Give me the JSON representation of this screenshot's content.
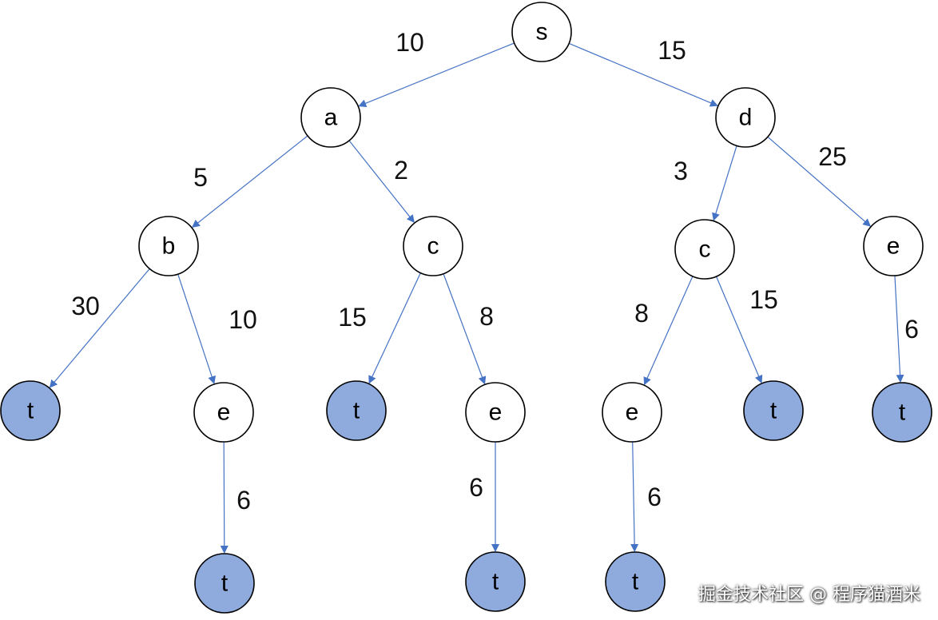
{
  "colors": {
    "edge": "#4472c4",
    "node_stroke": "#000000",
    "node_fill": "#ffffff",
    "target_fill": "#8faadc"
  },
  "watermark": "掘金技术社区 @ 程序猫酒米",
  "nodes": [
    {
      "id": "s",
      "label": "s"
    },
    {
      "id": "a",
      "label": "a"
    },
    {
      "id": "d",
      "label": "d"
    },
    {
      "id": "b",
      "label": "b"
    },
    {
      "id": "c1",
      "label": "c"
    },
    {
      "id": "c2",
      "label": "c"
    },
    {
      "id": "e4",
      "label": "e"
    },
    {
      "id": "t1",
      "label": "t",
      "target": true
    },
    {
      "id": "e1",
      "label": "e"
    },
    {
      "id": "t2",
      "label": "t",
      "target": true
    },
    {
      "id": "e2",
      "label": "e"
    },
    {
      "id": "e3",
      "label": "e"
    },
    {
      "id": "t3",
      "label": "t",
      "target": true
    },
    {
      "id": "t4",
      "label": "t",
      "target": true
    },
    {
      "id": "t5",
      "label": "t",
      "target": true
    },
    {
      "id": "t6",
      "label": "t",
      "target": true
    },
    {
      "id": "t7",
      "label": "t",
      "target": true
    }
  ],
  "edges": [
    {
      "from": "s",
      "to": "a",
      "weight": "10"
    },
    {
      "from": "s",
      "to": "d",
      "weight": "15"
    },
    {
      "from": "a",
      "to": "b",
      "weight": "5"
    },
    {
      "from": "a",
      "to": "c1",
      "weight": "2"
    },
    {
      "from": "d",
      "to": "c2",
      "weight": "3"
    },
    {
      "from": "d",
      "to": "e4",
      "weight": "25"
    },
    {
      "from": "b",
      "to": "t1",
      "weight": "30"
    },
    {
      "from": "b",
      "to": "e1",
      "weight": "10"
    },
    {
      "from": "c1",
      "to": "t2",
      "weight": "15"
    },
    {
      "from": "c1",
      "to": "e2",
      "weight": "8"
    },
    {
      "from": "c2",
      "to": "e3",
      "weight": "8"
    },
    {
      "from": "c2",
      "to": "t3",
      "weight": "15"
    },
    {
      "from": "e4",
      "to": "t4",
      "weight": "6"
    },
    {
      "from": "e1",
      "to": "t5",
      "weight": "6"
    },
    {
      "from": "e2",
      "to": "t6",
      "weight": "6"
    },
    {
      "from": "e3",
      "to": "t7",
      "weight": "6"
    }
  ]
}
